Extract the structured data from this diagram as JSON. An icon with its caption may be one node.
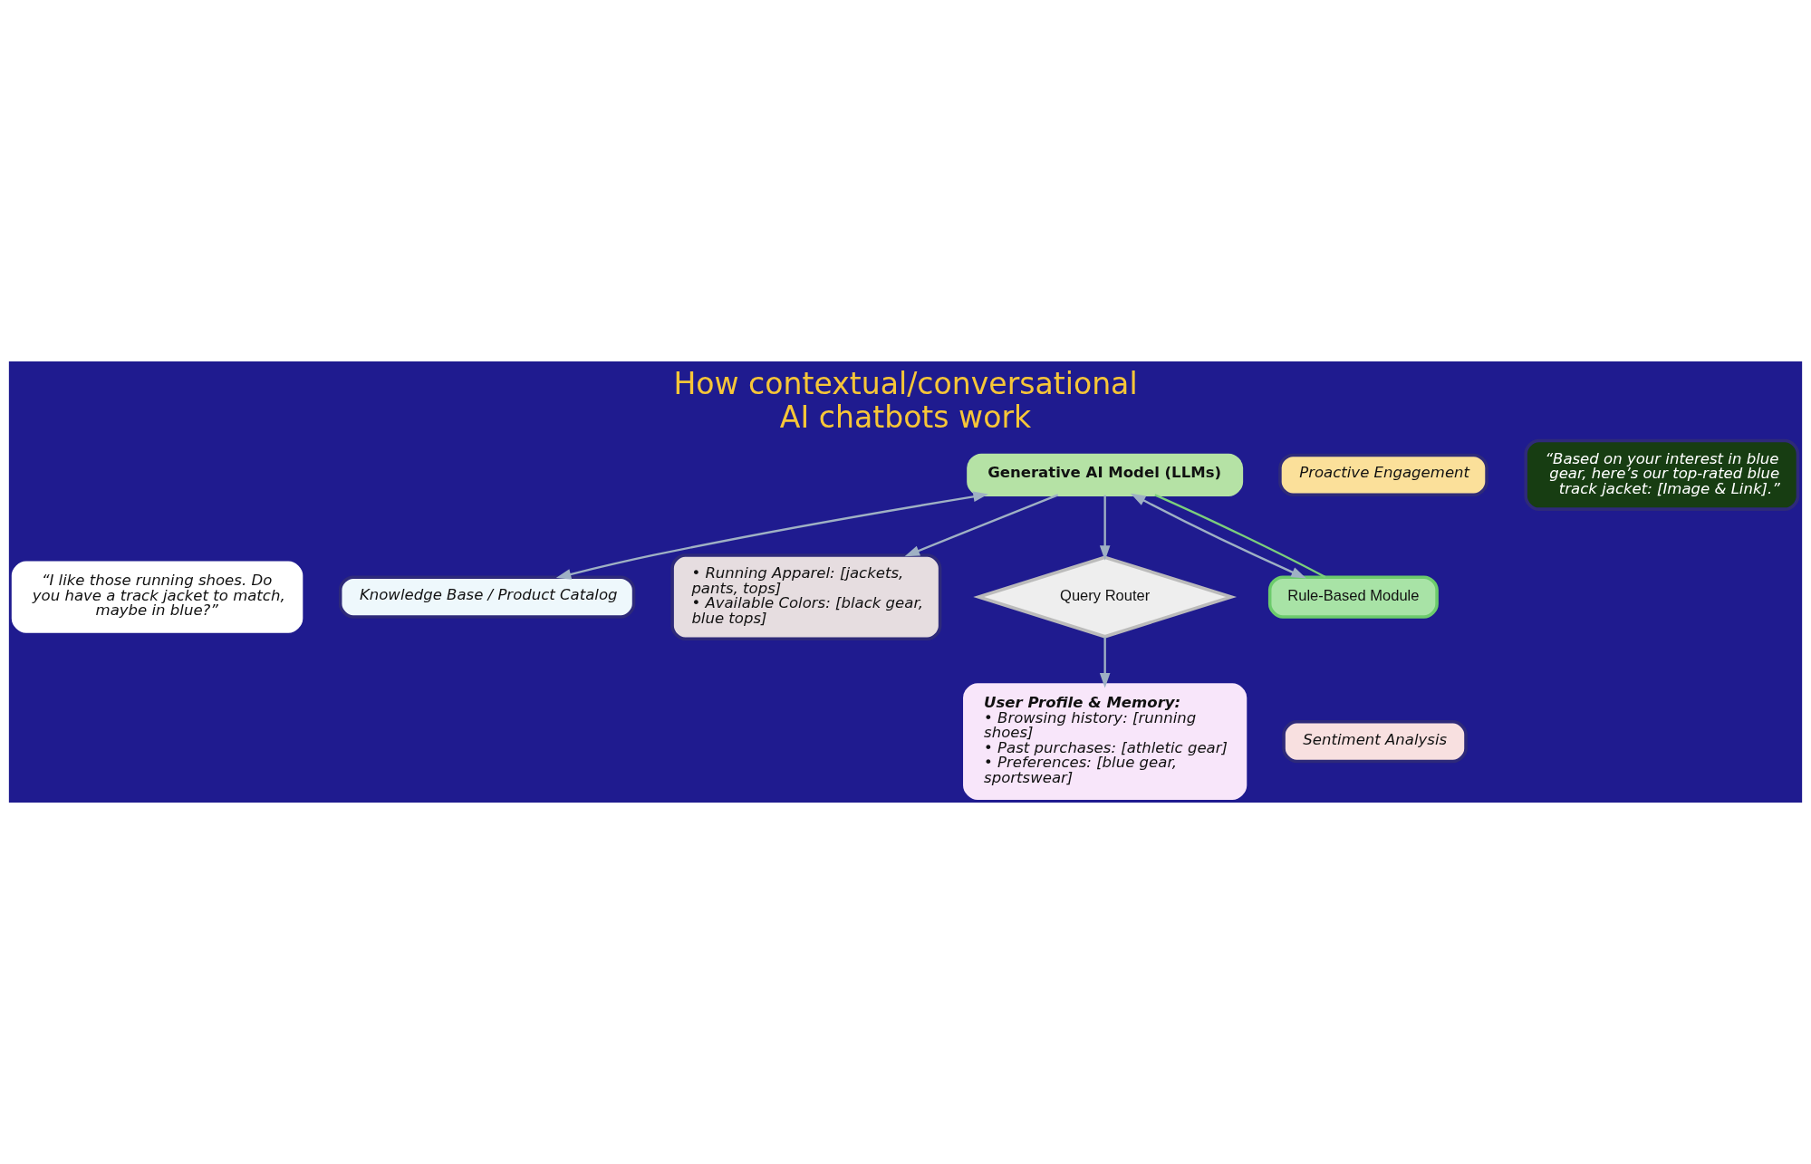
{
  "diagram": {
    "title": "How contextual/conversational AI chatbots work",
    "nodes": [
      {
        "text": [
          "“I like those running shoes. Do you have a track jacket to match, maybe in blue?”"
        ]
      },
      {
        "text": [
          "Generative AI Model (LLMs)"
        ]
      },
      {
        "text": [
          "Knowledge Base / Product Catalog"
        ]
      },
      {
        "text": [
          "• Running Apparel: [jackets, pants, tops]",
          "• Available Colors: [black gear, blue tops]"
        ]
      },
      {
        "text": [
          "Rule-Based Module"
        ]
      },
      {
        "text": [
          "Query Router"
        ]
      },
      {
        "text": [
          "Sentiment Analysis"
        ]
      },
      {
        "text": [
          "Proactive Engagement"
        ]
      },
      {
        "text": [
          "User Profile & Memory:",
          "• Browsing history: [running shoes]",
          "• Past purchases: [athletic gear]",
          "• Preferences: [blue gear, sportswear]"
        ]
      },
      {
        "text": [
          "“Based on your interest in blue gear, here’s our top-rated blue track jacket: [Image & Link].”"
        ]
      }
    ],
    "edges": [
      {
        "from": 4,
        "to": 1,
        "arrow": "both"
      },
      {
        "from": 4,
        "to": 1,
        "arrow": "none",
        "color": "#7ccf7c"
      },
      {
        "from": 1,
        "to": 5,
        "arrow": "to"
      },
      {
        "from": 5,
        "to": 8,
        "arrow": "to"
      },
      {
        "from": 1,
        "to": 2,
        "arrow": "both"
      },
      {
        "from": 1,
        "to": 3,
        "arrow": "to"
      }
    ]
  }
}
